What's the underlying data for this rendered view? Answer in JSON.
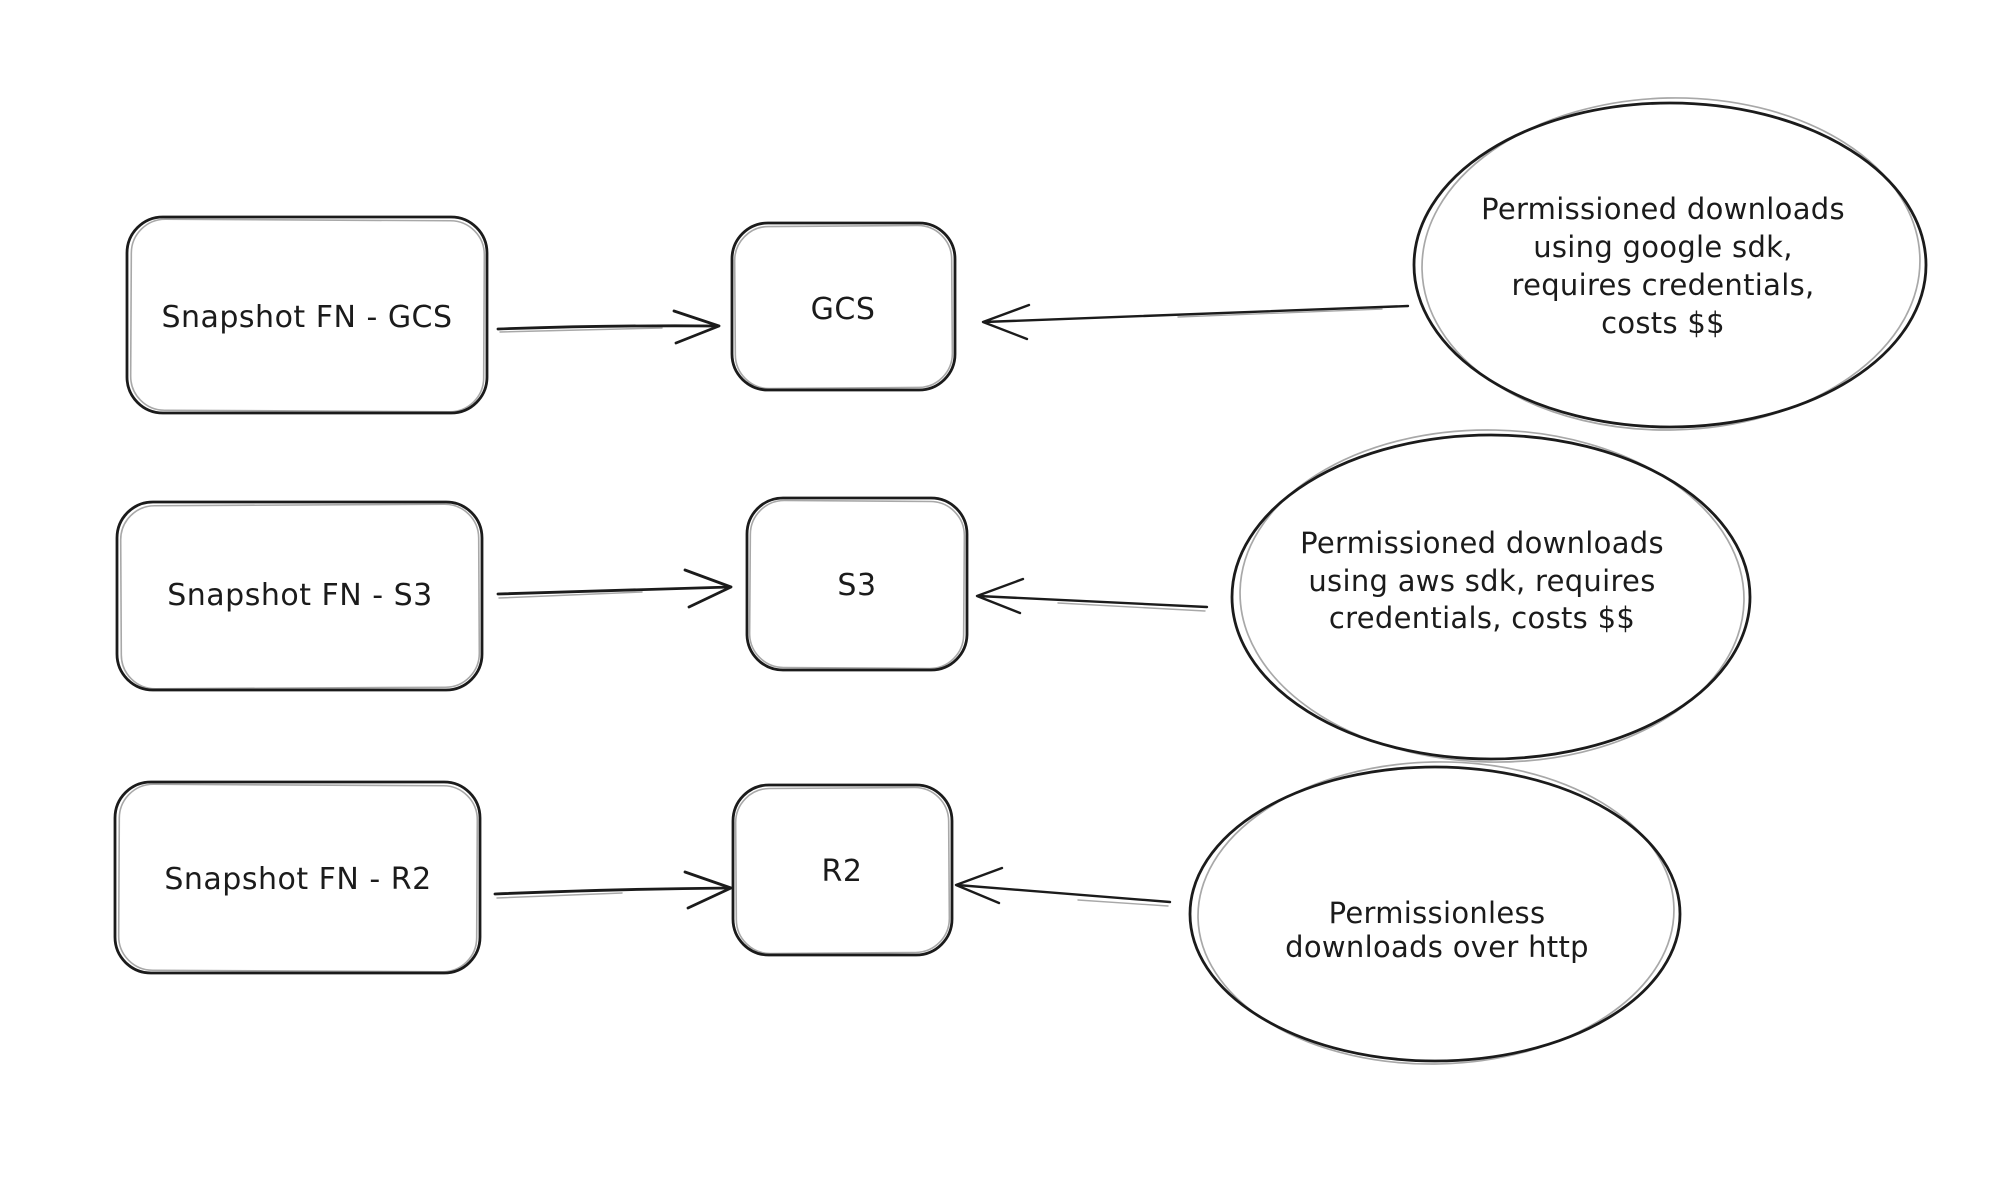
{
  "colors": {
    "background": "#ffffff",
    "ink": "#1b1b1b"
  },
  "rows": [
    {
      "source_label": "Snapshot FN - GCS",
      "target_label": "GCS",
      "note_lines": [
        "Permissioned downloads",
        "using google sdk,",
        "requires credentials,",
        "costs $$"
      ]
    },
    {
      "source_label": "Snapshot FN - S3",
      "target_label": "S3",
      "note_lines": [
        "Permissioned downloads",
        "using aws sdk, requires",
        "credentials, costs $$"
      ]
    },
    {
      "source_label": "Snapshot FN - R2",
      "target_label": "R2",
      "note_lines": [
        "Permissionless",
        "downloads over http"
      ]
    }
  ]
}
